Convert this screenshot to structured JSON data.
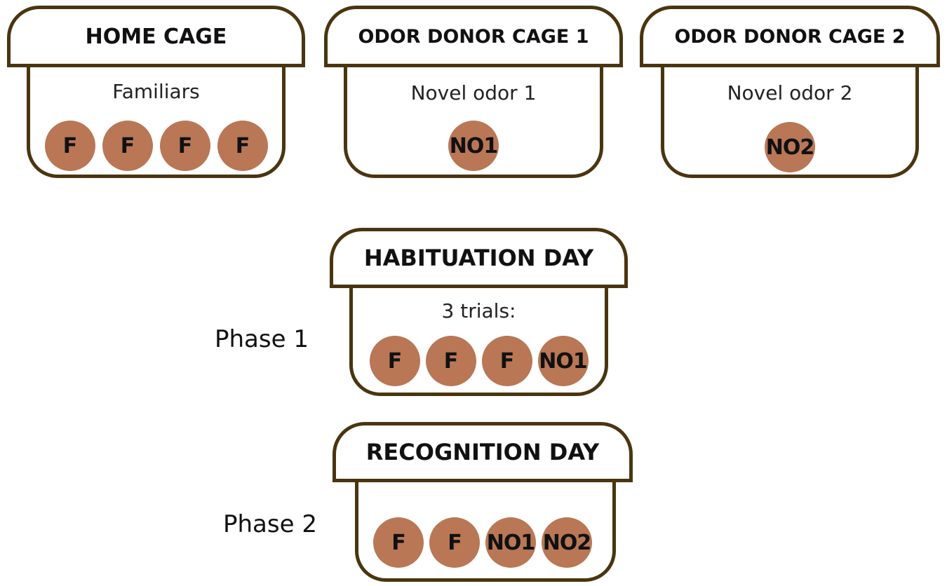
{
  "home_cage": {
    "title": "HOME CAGE",
    "subtitle": "Familiars",
    "mice": [
      "F",
      "F",
      "F",
      "F"
    ]
  },
  "odor_donor_cage_1": {
    "title": "ODOR DONOR CAGE 1",
    "subtitle": "Novel odor 1",
    "mice": [
      "NO1"
    ]
  },
  "odor_donor_cage_2": {
    "title": "ODOR DONOR CAGE 2",
    "subtitle": "Novel odor 2",
    "mice": [
      "NO2"
    ]
  },
  "habituation_day": {
    "phase_label": "Phase 1",
    "title": "HABITUATION DAY",
    "subtitle": "3 trials:",
    "mice": [
      "F",
      "F",
      "F",
      "NO1"
    ]
  },
  "recognition_day": {
    "phase_label": "Phase 2",
    "title": "RECOGNITION DAY",
    "mice": [
      "F",
      "F",
      "NO1",
      "NO2"
    ]
  },
  "colors": {
    "cage_outline": "#4a3510",
    "mouse_fill": "#b97756"
  }
}
